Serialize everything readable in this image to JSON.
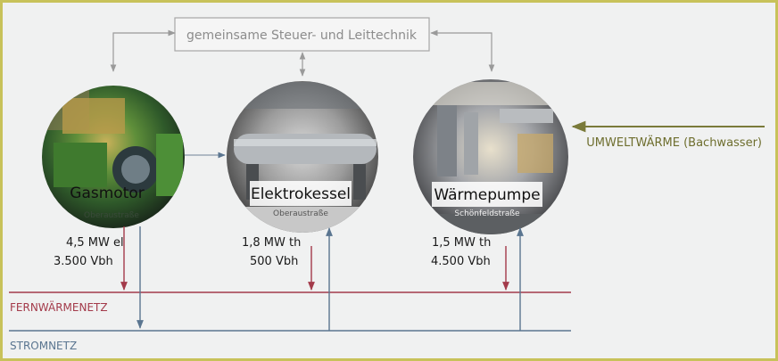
{
  "control_box": {
    "label": "gemeinsame Steuer- und Leittechnik"
  },
  "units": [
    {
      "name": "Gasmotor",
      "location": "Oberaustraße",
      "line1": "4,5 MW el",
      "line2": "3.500 Vbh"
    },
    {
      "name": "Elektrokessel",
      "location": "Oberaustraße",
      "line1": "1,8 MW th",
      "line2": "500 Vbh"
    },
    {
      "name": "Wärmepumpe",
      "location": "Schönfeldstraße",
      "line1": "1,5 MW th",
      "line2": "4.500 Vbh"
    }
  ],
  "environment_input": {
    "label": "UMWELTWÄRME (Bachwasser)"
  },
  "networks": {
    "district_heating": "FERNWÄRMENETZ",
    "power": "STROMNETZ"
  },
  "colors": {
    "frame": "#c8c25a",
    "heat_line": "#a33a4a",
    "power_line": "#5a7590",
    "env_arrow": "#7a7a3a",
    "control_arrow": "#9a9a9a"
  }
}
